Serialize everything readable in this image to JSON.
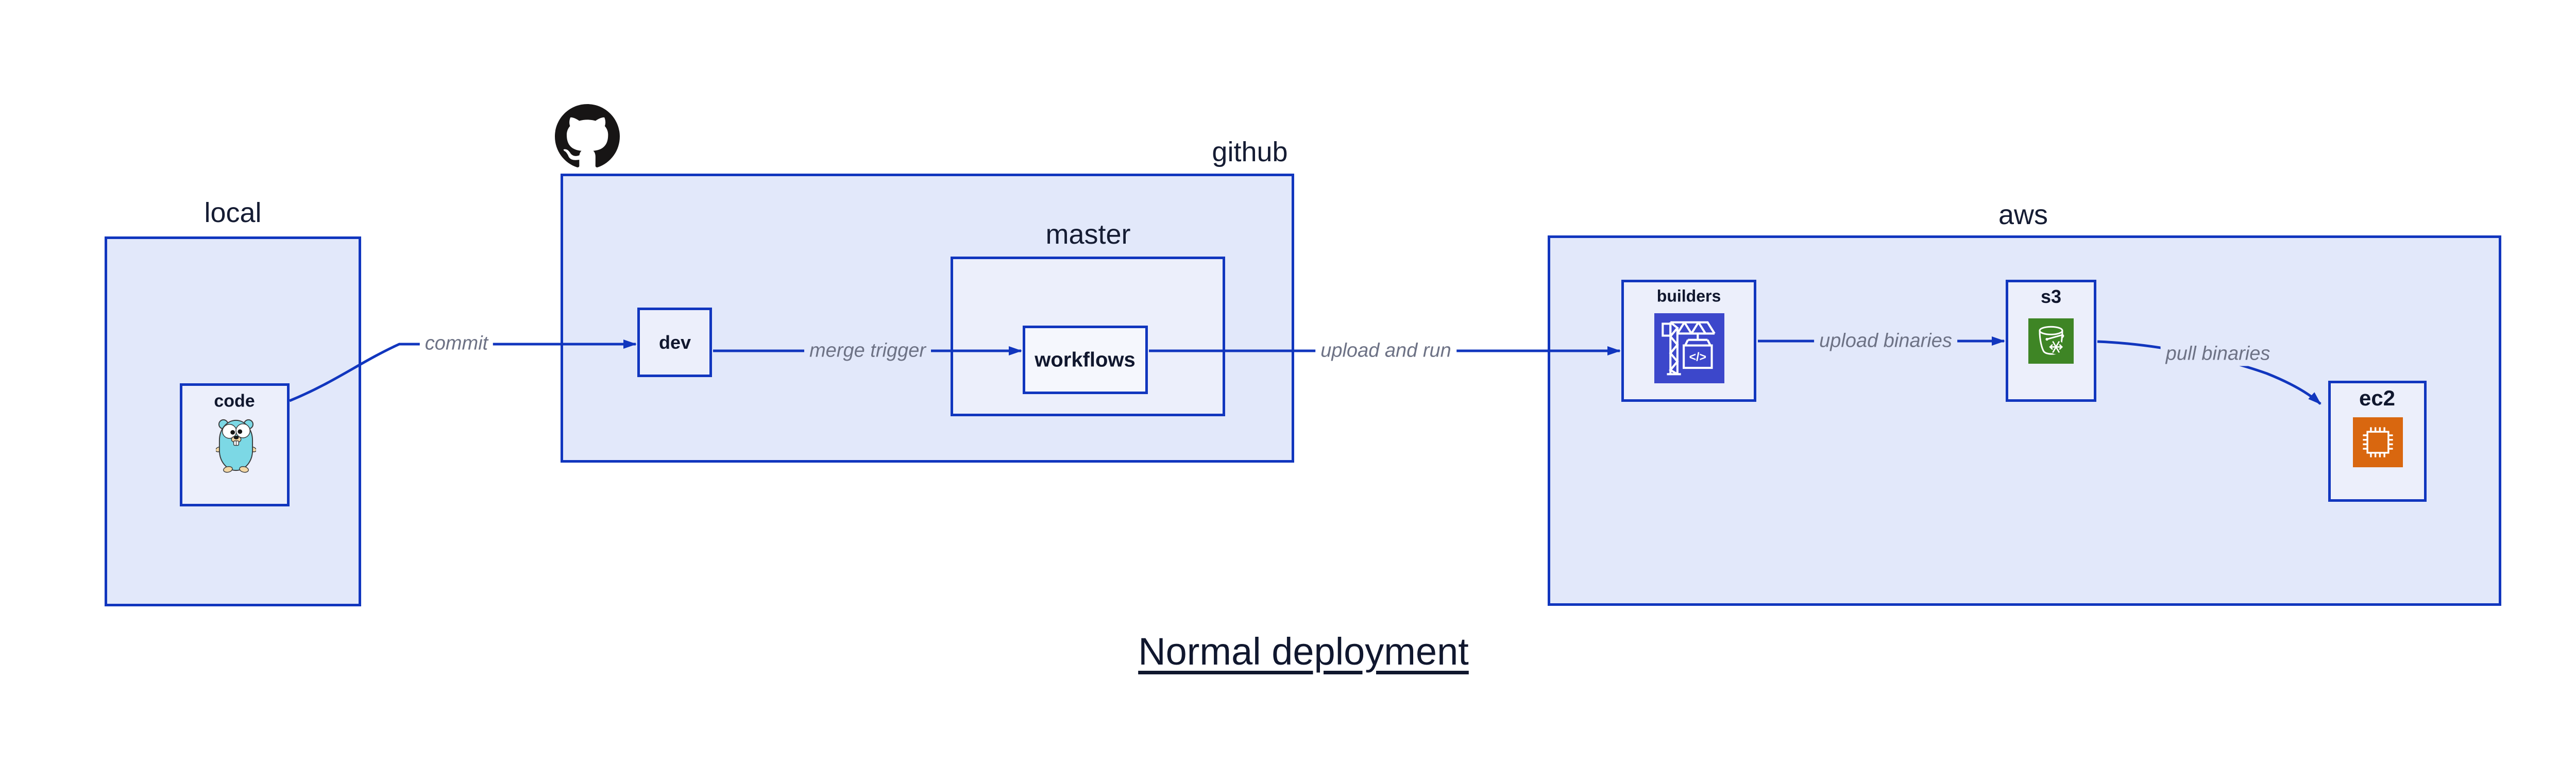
{
  "diagram_title": "Normal deployment",
  "groups": {
    "local": {
      "label": "local"
    },
    "github": {
      "label": "github"
    },
    "master": {
      "label": "master"
    },
    "aws": {
      "label": "aws"
    }
  },
  "nodes": {
    "code": {
      "label": "code",
      "icon": "go-gopher-icon"
    },
    "dev": {
      "label": "dev"
    },
    "workflows": {
      "label": "workflows"
    },
    "builders": {
      "label": "builders",
      "icon": "codebuild-crane-icon",
      "icon_glyph": "</>"
    },
    "s3": {
      "label": "s3",
      "icon": "s3-bucket-snowflake-icon"
    },
    "ec2": {
      "label": "ec2",
      "icon": "ec2-chip-icon"
    }
  },
  "edges": [
    {
      "from": "code",
      "to": "dev",
      "label": "commit"
    },
    {
      "from": "dev",
      "to": "workflows",
      "label": "merge trigger"
    },
    {
      "from": "workflows",
      "to": "builders",
      "label": "upload and run"
    },
    {
      "from": "builders",
      "to": "s3",
      "label": "upload binaries"
    },
    {
      "from": "s3",
      "to": "ec2",
      "label": "pull binaries"
    }
  ],
  "icons": {
    "github_logo": "github-octocat-icon"
  },
  "colors": {
    "border": "#1136be",
    "canvas": "#ffffff",
    "level1_fill": "#e2e8fa",
    "level2_fill": "#eceffb",
    "level3_fill": "#f5f7fd",
    "group_label": "#151c33",
    "node_label": "#10172e",
    "edge_label": "#6d7285",
    "title_text": "#10172e",
    "octocat_black": "#171515",
    "codebuild_purple": "#3c47cb",
    "s3_green": "#3e8525",
    "ec2_orange": "#d9670f",
    "gopher_teal": "#7cd8e5",
    "gopher_skin": "#f3d7a5"
  }
}
